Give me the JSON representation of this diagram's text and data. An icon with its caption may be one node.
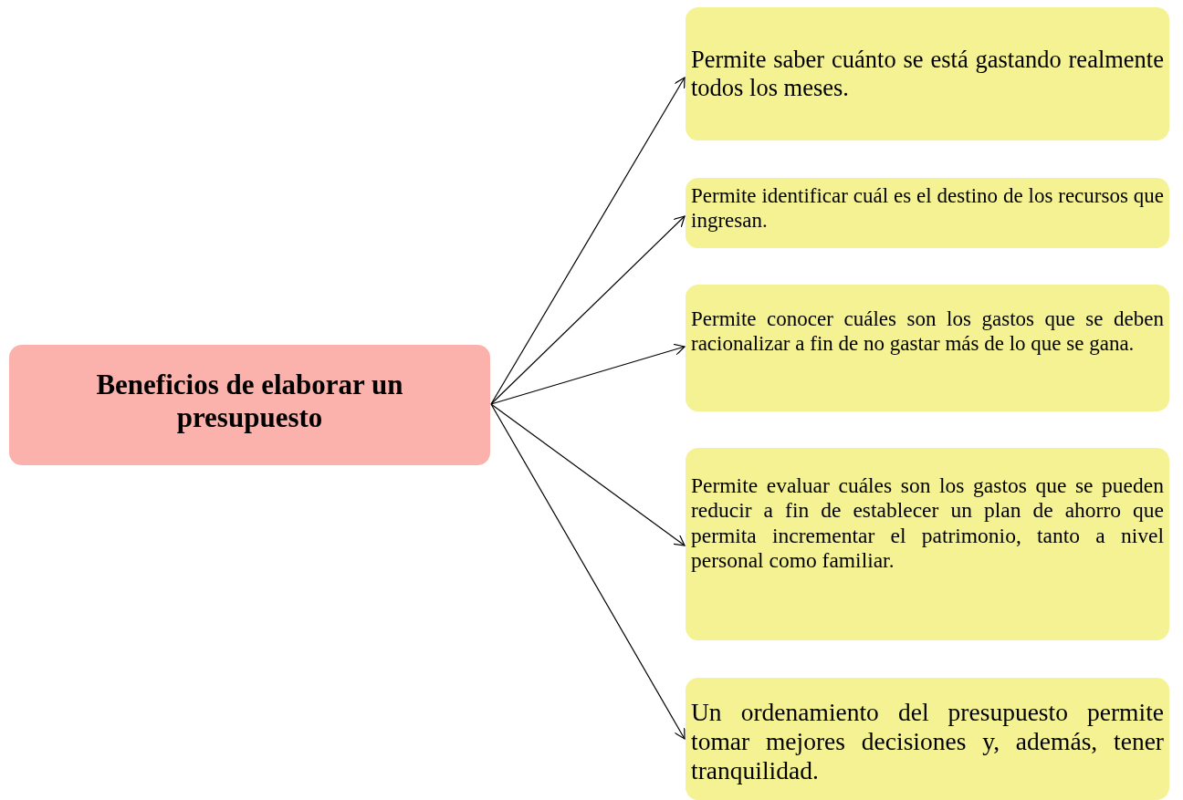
{
  "diagram": {
    "nodes": [
      {
        "text": [
          "Beneficios de elaborar un presupuesto"
        ]
      },
      {
        "text": [
          "Permite saber cuánto se está gastando realmente todos los meses."
        ]
      },
      {
        "text": [
          "Permite identificar cuál es el destino de los recursos que ingresan."
        ]
      },
      {
        "text": [
          "Permite conocer cuáles son los gastos que se deben racionalizar a fin de no gastar más de lo que se gana."
        ]
      },
      {
        "text": [
          "Permite evaluar cuáles son los gastos que se pueden reducir a fin de establecer un plan de ahorro que permita incrementar el patrimonio, tanto a nivel personal como familiar."
        ]
      },
      {
        "text": [
          "Un ordenamiento del presupuesto permite tomar mejores decisiones y, además, tener tranquilidad."
        ]
      }
    ],
    "edges": [
      {
        "from": 0,
        "to": 1,
        "arrow": "to"
      },
      {
        "from": 0,
        "to": 2,
        "arrow": "to"
      },
      {
        "from": 0,
        "to": 3,
        "arrow": "to"
      },
      {
        "from": 0,
        "to": 4,
        "arrow": "to"
      },
      {
        "from": 0,
        "to": 5,
        "arrow": "to"
      }
    ]
  }
}
